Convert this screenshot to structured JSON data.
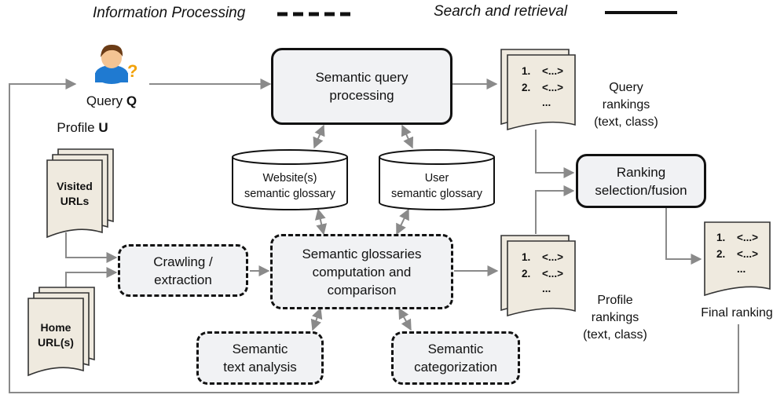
{
  "legend": {
    "info_processing": "Information Processing",
    "search_retrieval": "Search and retrieval"
  },
  "user": {
    "query_prefix": "Query ",
    "query_var": "Q"
  },
  "profile": {
    "label_prefix": "Profile ",
    "label_var": "U"
  },
  "docs": {
    "visited": [
      "Visited",
      "URLs"
    ],
    "home": [
      "Home",
      "URL(s)"
    ]
  },
  "processes": {
    "semantic_query": [
      "Semantic query",
      "processing"
    ],
    "crawling": [
      "Crawling /",
      "extraction"
    ],
    "glossaries": [
      "Semantic glossaries",
      "computation and",
      "comparison"
    ],
    "text_analysis": [
      "Semantic",
      "text analysis"
    ],
    "categorization": [
      "Semantic",
      "categorization"
    ],
    "ranking_fusion": [
      "Ranking",
      "selection/fusion"
    ]
  },
  "stores": {
    "website": [
      "Website(s)",
      "semantic glossary"
    ],
    "user": [
      "User",
      "semantic glossary"
    ]
  },
  "rankings": {
    "list": [
      {
        "num": "1.",
        "val": "<...>"
      },
      {
        "num": "2.",
        "val": "<...>"
      },
      {
        "num": "",
        "val": "..."
      }
    ],
    "query_label": [
      "Query",
      "rankings",
      "(text, class)"
    ],
    "profile_label": [
      "Profile",
      "rankings",
      "(text, class)"
    ],
    "final_label": "Final ranking"
  },
  "colors": {
    "border": "#111111",
    "fill": "#f1f2f4",
    "doc_fill": "#efeadf",
    "arrow": "#8a8a8a"
  }
}
